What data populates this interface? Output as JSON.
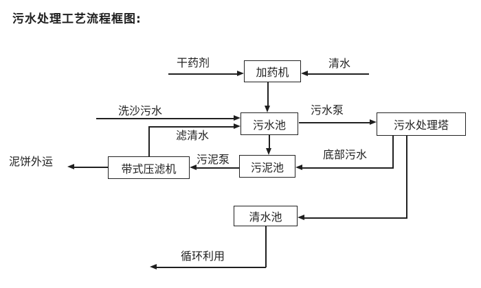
{
  "title": "污水处理工艺流程框图:",
  "nodes": {
    "dosing_machine": "加药机",
    "sewage_pool": "污水池",
    "treatment_tower": "污水处理塔",
    "sludge_pool": "污泥池",
    "belt_filter_press": "带式压滤机",
    "clean_water_pool": "清水池"
  },
  "edge_labels": {
    "dry_chemical": "干药剂",
    "clean_water": "清水",
    "sand_washing_sewage": "洗沙污水",
    "sewage_pump": "污水泵",
    "filtered_water": "滤清水",
    "sludge_pump": "污泥泵",
    "bottom_sewage": "底部污水",
    "mud_cake_out": "泥饼外运",
    "recycle_use": "循环利用"
  },
  "colors": {
    "ink": "#1f1f1f",
    "background": "#ffffff"
  }
}
